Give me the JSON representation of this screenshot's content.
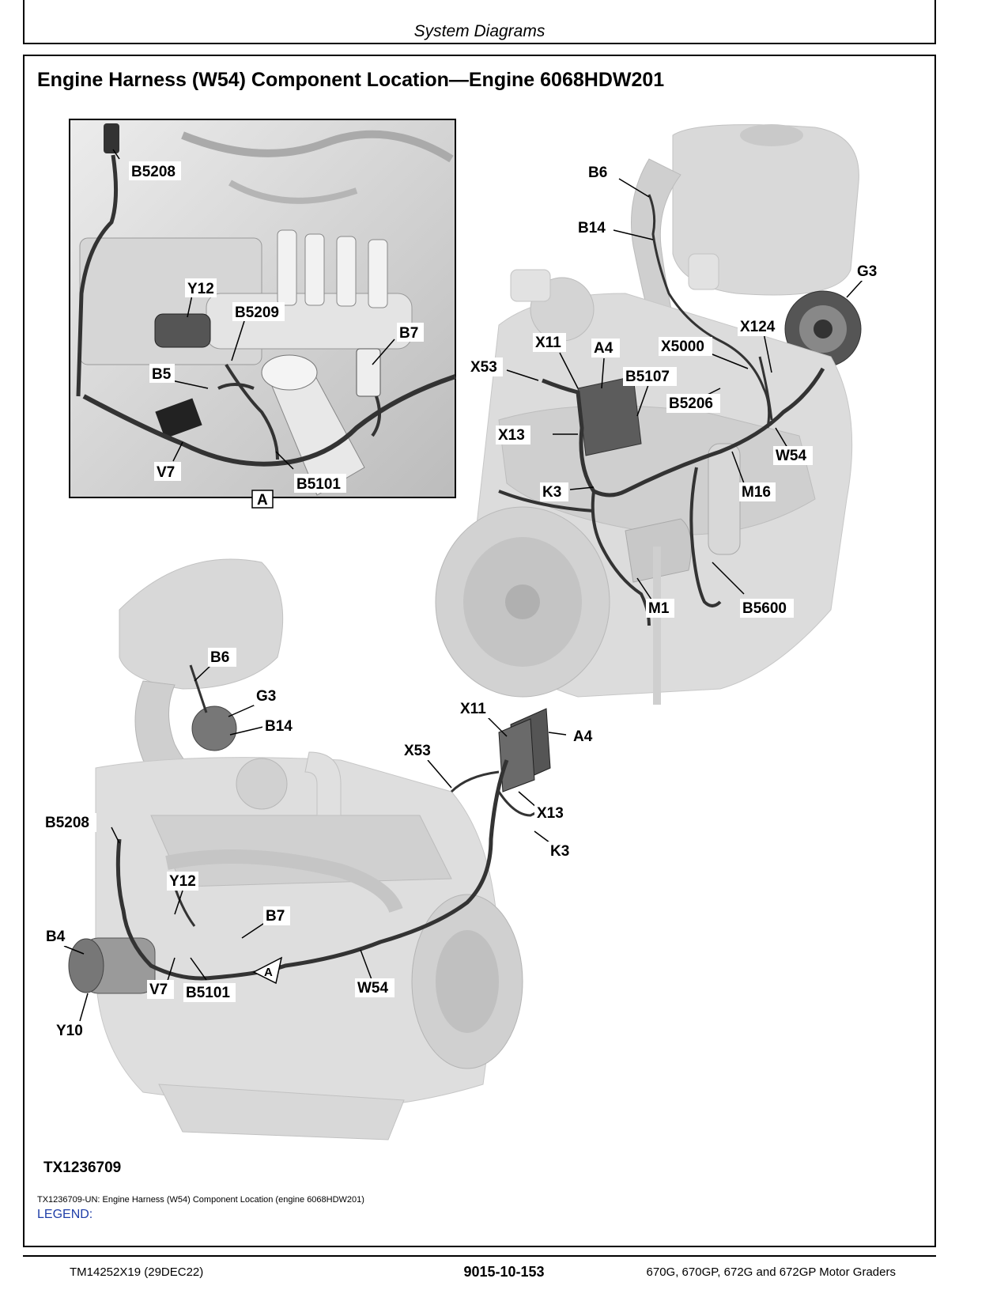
{
  "header": {
    "section": "System Diagrams"
  },
  "title": "Engine Harness (W54) Component Location—Engine 6068HDW201",
  "detail_view": {
    "label": "A",
    "callouts": [
      "B5208",
      "Y12",
      "B5209",
      "B7",
      "B5",
      "V7",
      "B5101"
    ]
  },
  "right_view": {
    "callouts": [
      "B6",
      "B14",
      "G3",
      "X124",
      "X11",
      "A4",
      "X5000",
      "X53",
      "B5107",
      "B5206",
      "X13",
      "W54",
      "K3",
      "M16",
      "M1",
      "B5600"
    ]
  },
  "left_view": {
    "callouts": [
      "B6",
      "G3",
      "B14",
      "X11",
      "A4",
      "X53",
      "X13",
      "K3",
      "B5208",
      "Y12",
      "B7",
      "B4",
      "V7",
      "B5101",
      "W54",
      "Y10"
    ],
    "view_marker": "A"
  },
  "figure_id": "TX1236709",
  "caption": "TX1236709-UN: Engine Harness (W54) Component Location (engine 6068HDW201)",
  "legend_label": "LEGEND:",
  "footer": {
    "left": "TM14252X19 (29DEC22)",
    "center": "9015-10-153",
    "right": "670G, 670GP, 672G and 672GP Motor Graders"
  },
  "colors": {
    "legend": "#1f3ea8",
    "engine_body": "#d9d9d9",
    "engine_shadow": "#bdbdbd",
    "harness": "#333333"
  }
}
